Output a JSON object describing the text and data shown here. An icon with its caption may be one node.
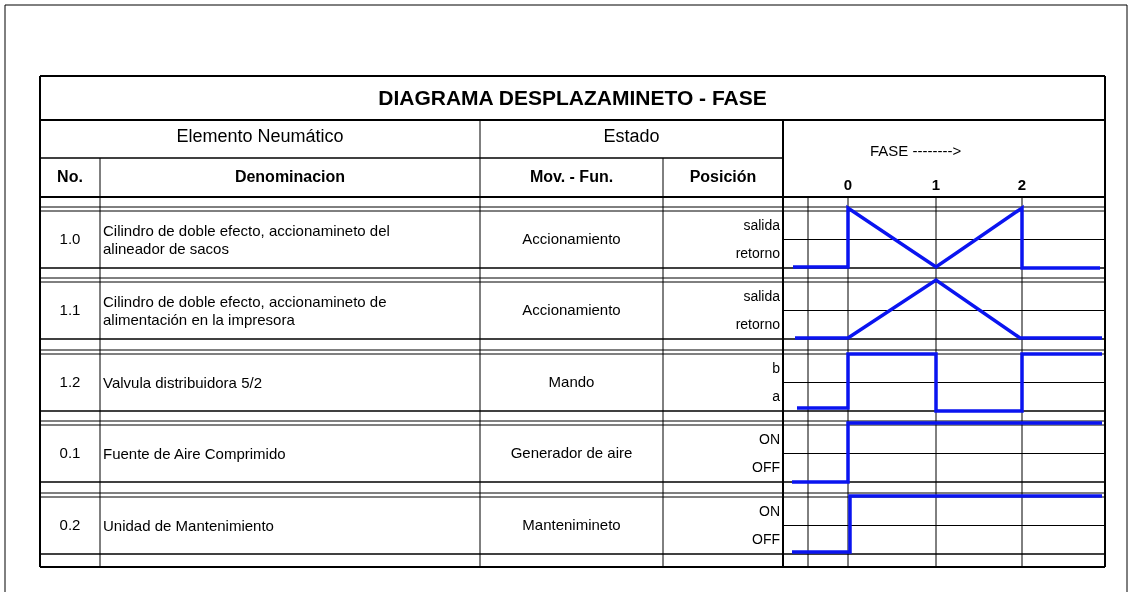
{
  "diagram": {
    "title": "DIAGRAMA DESPLAZAMINETO - FASE",
    "labels": [
      "Elemento Neumático",
      "Estado",
      "FASE -------->",
      "No.",
      "Denominacion",
      "Mov. - Fun.",
      "Posición",
      "0",
      "1",
      "2",
      "1.0",
      "Cilindro de doble efecto, accionamineto del alineador de sacos",
      "Accionamiento",
      "salida",
      "retorno",
      "1.1",
      "Cilindro de doble efecto, accionamineto de alimentación en la impresora",
      "Accionamiento",
      "salida",
      "retorno",
      "1.2",
      "Valvula distribuidora 5/2",
      "Mando",
      "b",
      "a",
      "0.1",
      "Fuente de Aire Comprimido",
      "Generador de aire",
      "ON",
      "OFF",
      "0.2",
      "Unidad de Mantenimiento",
      "Mantenimineto",
      "ON",
      "OFF"
    ]
  }
}
